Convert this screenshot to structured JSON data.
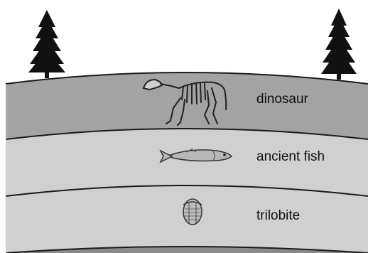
{
  "layers": [
    {
      "label": "dinosaur",
      "fossil": "dinosaur-skeleton",
      "fill": "#a3a3a3"
    },
    {
      "label": "ancient fish",
      "fossil": "fish-fossil",
      "fill": "#d0d0d0"
    },
    {
      "label": "trilobite",
      "fossil": "trilobite-fossil",
      "fill": "#d0d0d0"
    }
  ],
  "colors": {
    "sky": "#ffffff",
    "layer_dark": "#a3a3a3",
    "layer_light": "#d0d0d0",
    "bottom_strip": "#8a8a8a",
    "line": "#1a1a1a",
    "tree": "#111111"
  },
  "icons": [
    "pine-tree-icon",
    "dinosaur-skeleton-icon",
    "fish-fossil-icon",
    "trilobite-fossil-icon"
  ]
}
